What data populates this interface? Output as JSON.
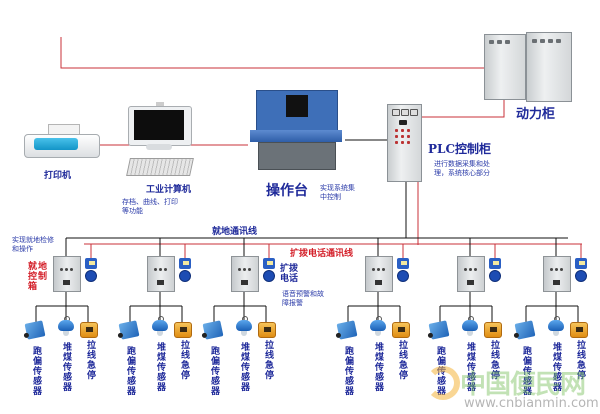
{
  "diagram": {
    "title": "",
    "colors": {
      "label_blue": "#1f2a9a",
      "label_red": "#d4202a",
      "wire_black": "#111111",
      "wire_red": "#c8303a"
    },
    "nodes": {
      "power_cabinet": {
        "label": "动力柜"
      },
      "plc_cabinet": {
        "label": "PLC控制柜",
        "desc": "进行数据采集和处理，系统核心部分"
      },
      "operator_console": {
        "label": "操作台",
        "desc": "实现系统集中控制"
      },
      "industrial_pc": {
        "label": "工业计算机",
        "desc": "存档、曲线、打印等功能"
      },
      "printer": {
        "label": "打印机"
      }
    },
    "buses": {
      "field_bus": {
        "label": "就地通讯线"
      },
      "phone_bus": {
        "label": "扩拨电话通讯线"
      }
    },
    "field_station_note": "实现就地检修和操作",
    "field_control_box_label": "就地控制箱",
    "phone_label": "扩拨电话",
    "phone_desc": "语音预警和故障报警",
    "stations": [
      {
        "sensors": [
          "跑偏传感器",
          "堆煤传感器",
          "拉线急停"
        ]
      },
      {
        "sensors": [
          "跑偏传感器",
          "堆煤传感器",
          "拉线急停"
        ]
      },
      {
        "sensors": [
          "跑偏传感器",
          "堆煤传感器",
          "拉线急停"
        ]
      },
      {
        "sensors": [
          "跑偏传感器",
          "堆煤传感器",
          "拉线急停"
        ]
      },
      {
        "sensors": [
          "跑偏传感器",
          "堆煤传感器",
          "拉线急停"
        ]
      },
      {
        "sensors": [
          "跑偏传感器",
          "堆煤传感器",
          "拉线急停"
        ]
      }
    ],
    "watermark": {
      "brand": "中国便民网",
      "url": "www.cnbianmin.com"
    }
  }
}
